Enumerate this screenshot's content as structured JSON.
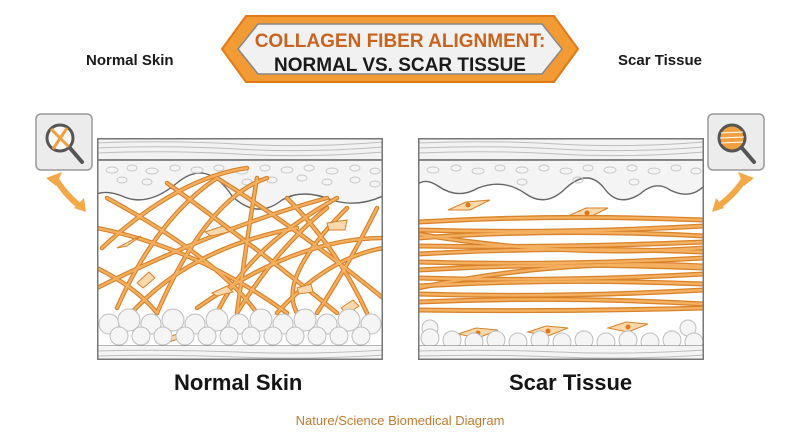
{
  "title": {
    "line1": "COLLAGEN FIBER ALIGNMENT:",
    "line2": "NORMAL VS. SCAR TISSUE"
  },
  "top_labels": {
    "left": "Normal Skin",
    "right": "Scar Tissue"
  },
  "panels": [
    {
      "id": "normal",
      "label": "Normal Skin",
      "fiber_pattern": "random-crosshatch",
      "inset_icon": "magnifier-crossed-fibers-icon"
    },
    {
      "id": "scar",
      "label": "Scar Tissue",
      "fiber_pattern": "parallel-aligned",
      "inset_icon": "magnifier-parallel-fibers-icon"
    }
  ],
  "footer": "Nature/Science Biomedical Diagram",
  "colors": {
    "fiber": "#f0a040",
    "fiber_outline": "#d8822a",
    "title_accent": "#c8641e",
    "banner_orange": "#f29a33",
    "outline_gray": "#777777",
    "footer_text": "#c47a2c"
  }
}
